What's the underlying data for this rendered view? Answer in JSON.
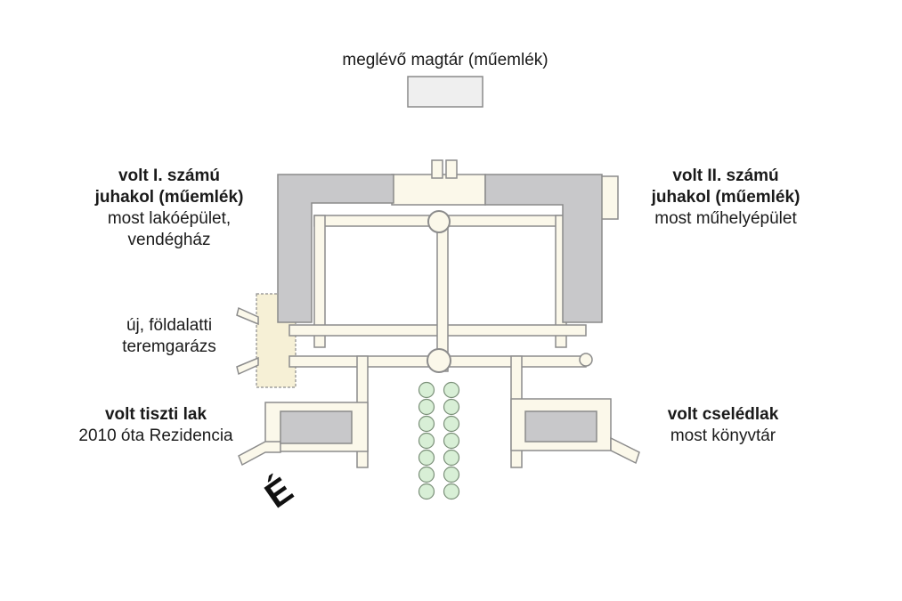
{
  "labels": {
    "granary": "meglévő magtár (műemlék)",
    "sheepfold1": {
      "line1": "volt I. számú",
      "line2": "juhakol (műemlék)",
      "line3": "most lakóépület,",
      "line4": "vendégház"
    },
    "sheepfold2": {
      "line1": "volt II. számú",
      "line2": "juhakol (műemlék)",
      "line3": "most műhelyépület"
    },
    "garage": {
      "line1": "új, földalatti",
      "line2": "teremgarázs"
    },
    "officer_house": {
      "line1": "volt tiszti lak",
      "line2": "2010 óta Rezidencia"
    },
    "servants_house": {
      "line1": "volt cselédlak",
      "line2": "most könyvtár"
    },
    "north_arrow": "É"
  },
  "colors": {
    "building_fill": "#c8c8ca",
    "building_stroke": "#8a8a8a",
    "path_fill": "#fbf8ea",
    "path_stroke": "#8c8c8c",
    "garage_fill": "#f6f0d6",
    "tree_fill": "#d8efd6",
    "tree_stroke": "#7a8f78",
    "granary_fill": "#efefef"
  }
}
